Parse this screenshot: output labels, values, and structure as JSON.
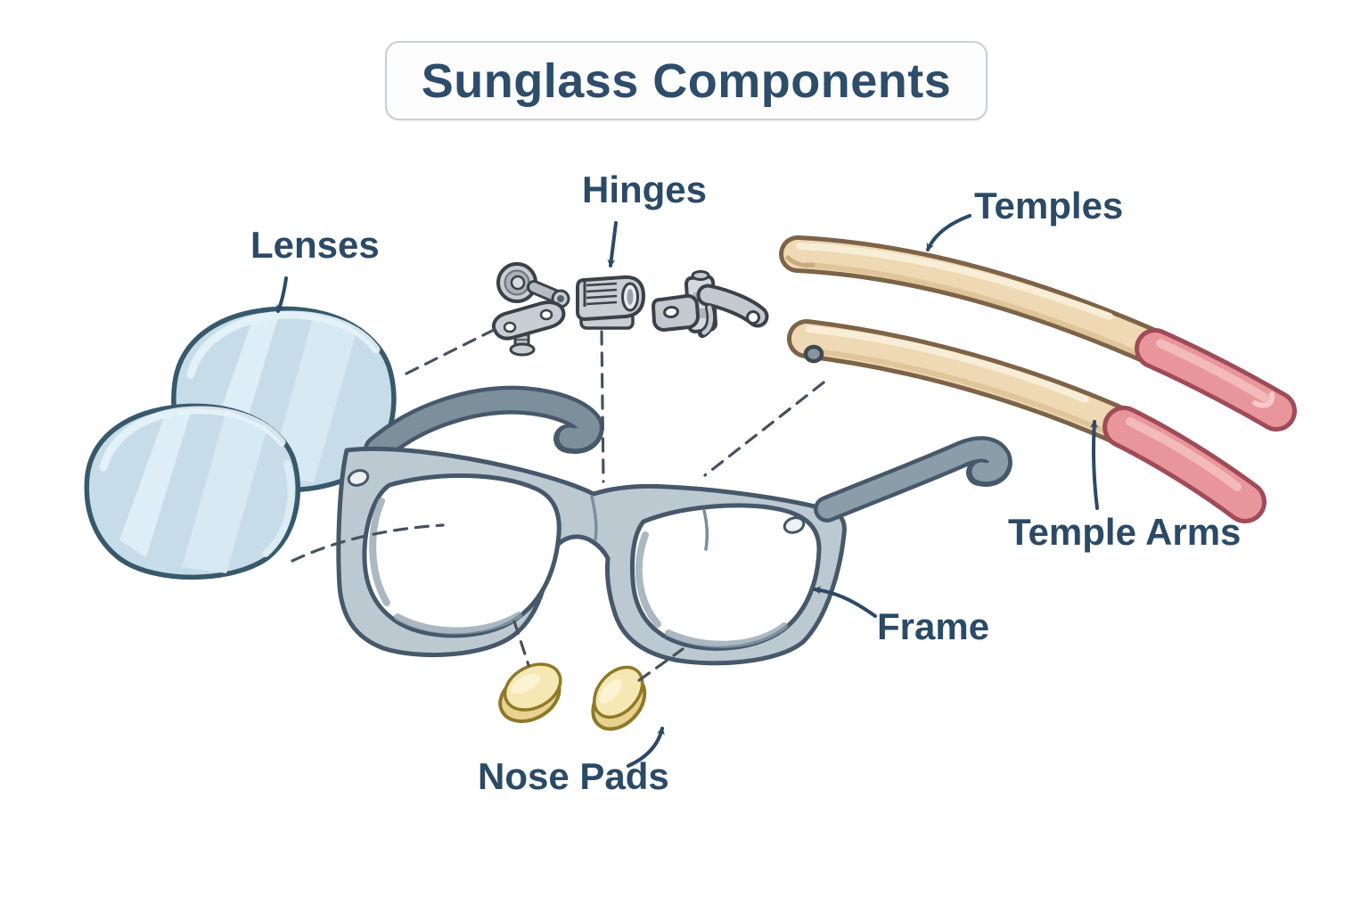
{
  "title": "Sunglass Components",
  "labels": {
    "lenses": "Lenses",
    "hinges": "Hinges",
    "temples": "Temples",
    "temple_arms": "Temple Arms",
    "frame": "Frame",
    "nose_pads": "Nose Pads"
  },
  "colors": {
    "background": "#ffffff",
    "label_text": "#2b4a66",
    "title_text": "#2e4d6b",
    "title_box_border": "#c9ced6",
    "lens_fill": "#c6dde9",
    "lens_highlight": "#ddeef6",
    "lens_outline": "#37596b",
    "frame_fill": "#bdc9d1",
    "frame_outline": "#46586a",
    "frame_temple_dark": "#7e8f9c",
    "temple_fill": "#eed9b4",
    "temple_highlight": "#f8edd6",
    "temple_outline": "#7d6348",
    "temple_tip_fill": "#e8959c",
    "temple_tip_highlight": "#f3babc",
    "temple_tip_outline": "#a04b58",
    "nose_pad_fill": "#f3e5ab",
    "nose_pad_outline": "#8f7928",
    "hinge_metal_fill": "#c9ced3",
    "hinge_metal_outline": "#3b4148",
    "arrow": "#2c4a68",
    "dashed_line": "#47525d"
  }
}
